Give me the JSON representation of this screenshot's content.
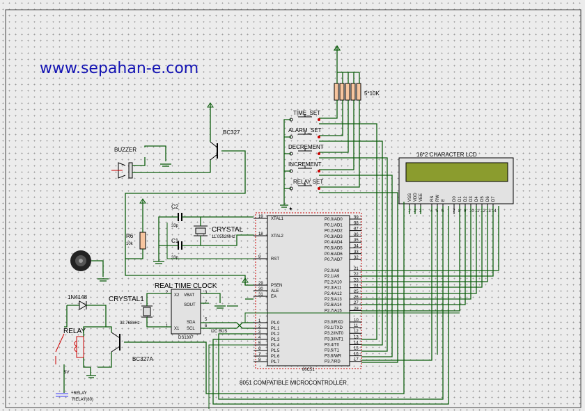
{
  "url": "www.sepahan-e.com",
  "labels": {
    "resistor_pack": "5*10K",
    "time_set": "TIME_SET",
    "alarm_set": "ALARM_SET",
    "decrement": "DECREMENT",
    "increment": "INCREMENT",
    "relay_set": "RELAY SET",
    "lcd_title": "16*2 CHARACTER LCD",
    "buzzer": "BUZZER",
    "bc327_top": "BC327",
    "bc327a": "BC327A",
    "c2": "C2",
    "c1": "C1",
    "c_val": "33p",
    "crystal": "CRYSTAL",
    "crystal_freq": "11.0592MHz",
    "r6": "R6",
    "r6_val": "10k",
    "rtc": "REAL TIME CLOCK",
    "crystal1": "CRYSTAL1",
    "crystal1_freq": "32.768kHz",
    "diode": "1N4148",
    "relay": "RELAY",
    "relay_5v": "5V",
    "relay_net1": "+RELAY",
    "relay_net2": "RELAY(80)",
    "mcu_caption": "8051 COMPATIBLE MICROCONTROLLER",
    "i2c_bus": "I2C BUS",
    "mcu_part": "80C51",
    "rtc_part": "DS1307"
  },
  "mcu_left_pins": [
    {
      "num": "19",
      "name": "XTAL1"
    },
    {
      "num": "18",
      "name": "XTAL2"
    },
    {
      "num": "9",
      "name": "RST"
    },
    {
      "num": "29",
      "name": "PSEN"
    },
    {
      "num": "30",
      "name": "ALE"
    },
    {
      "num": "31",
      "name": "EA"
    },
    {
      "num": "1",
      "name": "P1.0"
    },
    {
      "num": "2",
      "name": "P1.1"
    },
    {
      "num": "3",
      "name": "P1.2"
    },
    {
      "num": "4",
      "name": "P1.3"
    },
    {
      "num": "5",
      "name": "P1.4"
    },
    {
      "num": "6",
      "name": "P1.5"
    },
    {
      "num": "7",
      "name": "P1.6"
    },
    {
      "num": "8",
      "name": "P1.7"
    }
  ],
  "mcu_right_pins": [
    {
      "num": "39",
      "name": "P0.0/AD0"
    },
    {
      "num": "38",
      "name": "P0.1/AD1"
    },
    {
      "num": "37",
      "name": "P0.2/AD2"
    },
    {
      "num": "36",
      "name": "P0.3/AD3"
    },
    {
      "num": "35",
      "name": "P0.4/AD4"
    },
    {
      "num": "34",
      "name": "P0.5/AD5"
    },
    {
      "num": "33",
      "name": "P0.6/AD6"
    },
    {
      "num": "32",
      "name": "P0.7/AD7"
    },
    {
      "num": "21",
      "name": "P2.0/A8"
    },
    {
      "num": "22",
      "name": "P2.1/A9"
    },
    {
      "num": "23",
      "name": "P2.2/A10"
    },
    {
      "num": "24",
      "name": "P2.3/A11"
    },
    {
      "num": "25",
      "name": "P2.4/A12"
    },
    {
      "num": "26",
      "name": "P2.5/A13"
    },
    {
      "num": "27",
      "name": "P2.6/A14"
    },
    {
      "num": "28",
      "name": "P2.7/A15"
    },
    {
      "num": "10",
      "name": "P3.0/RXD"
    },
    {
      "num": "11",
      "name": "P3.1/TXD"
    },
    {
      "num": "12",
      "name": "P3.2/INT0"
    },
    {
      "num": "13",
      "name": "P3.3/INT1"
    },
    {
      "num": "14",
      "name": "P3.4/T0"
    },
    {
      "num": "15",
      "name": "P3.5/T1"
    },
    {
      "num": "16",
      "name": "P3.6/WR"
    },
    {
      "num": "17",
      "name": "P3.7/RD"
    }
  ],
  "rtc_pins": {
    "left": [
      {
        "num": "2",
        "name": "X2"
      },
      {
        "num": "1",
        "name": "X1"
      }
    ],
    "right": [
      {
        "num": "3",
        "name": "VBAT"
      },
      {
        "num": "7",
        "name": "SOUT"
      },
      {
        "num": "5",
        "name": "SDA"
      },
      {
        "num": "6",
        "name": "SCL"
      }
    ]
  },
  "lcd_pins": [
    "VSS",
    "VDD",
    "VEE",
    "RS",
    "RW",
    "E",
    "D0",
    "D1",
    "D2",
    "D3",
    "D4",
    "D5",
    "D6",
    "D7"
  ],
  "lcd_pin_nums": [
    "1",
    "2",
    "3",
    "4",
    "5",
    "6",
    "7",
    "8",
    "9",
    "10",
    "11",
    "12",
    "13",
    "14"
  ]
}
